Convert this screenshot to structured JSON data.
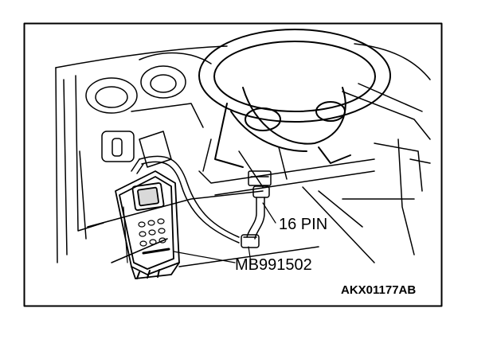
{
  "labels": {
    "connector": "16 PIN",
    "part_number": "MB991502",
    "figure_code": "AKX01177AB"
  },
  "icons": [
    "scan-tool-icon",
    "diagnostic-connector-icon",
    "steering-wheel-icon"
  ],
  "colors": {
    "line": "#000000",
    "background": "#ffffff"
  }
}
